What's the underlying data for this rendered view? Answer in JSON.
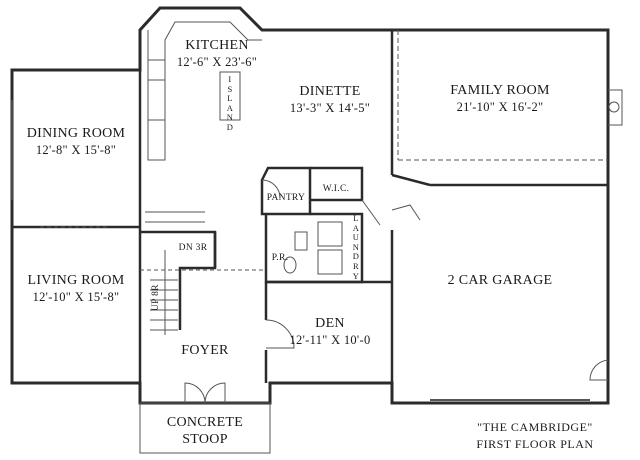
{
  "plan": {
    "title_line1": "\"THE CAMBRIDGE\"",
    "title_line2": "FIRST FLOOR PLAN",
    "wall_color": "#2b2b2b",
    "thin_line_color": "#555555",
    "rooms": {
      "kitchen": {
        "name": "KITCHEN",
        "dims": "12'-6\" X 23'-6\""
      },
      "island": {
        "name": "ISLAND"
      },
      "dinette": {
        "name": "DINETTE",
        "dims": "13'-3\" X 14'-5\""
      },
      "family_room": {
        "name": "FAMILY ROOM",
        "dims": "21'-10\" X 16'-2\""
      },
      "dining_room": {
        "name": "DINING ROOM",
        "dims": "12'-8\" X 15'-8\""
      },
      "living_room": {
        "name": "LIVING ROOM",
        "dims": "12'-10\" X 15'-8\""
      },
      "pantry": {
        "name": "PANTRY"
      },
      "wic": {
        "name": "W.I.C."
      },
      "laundry": {
        "name": "LAUNDRY"
      },
      "powder_room": {
        "name": "P.R."
      },
      "garage": {
        "name": "2 CAR GARAGE"
      },
      "den": {
        "name": "DEN",
        "dims": "12'-11\" X 10'-0"
      },
      "foyer": {
        "name": "FOYER"
      },
      "stoop": {
        "name_line1": "CONCRETE",
        "name_line2": "STOOP"
      }
    },
    "stairs": {
      "down_label": "DN 3R",
      "up_label": "UP 8R"
    }
  }
}
